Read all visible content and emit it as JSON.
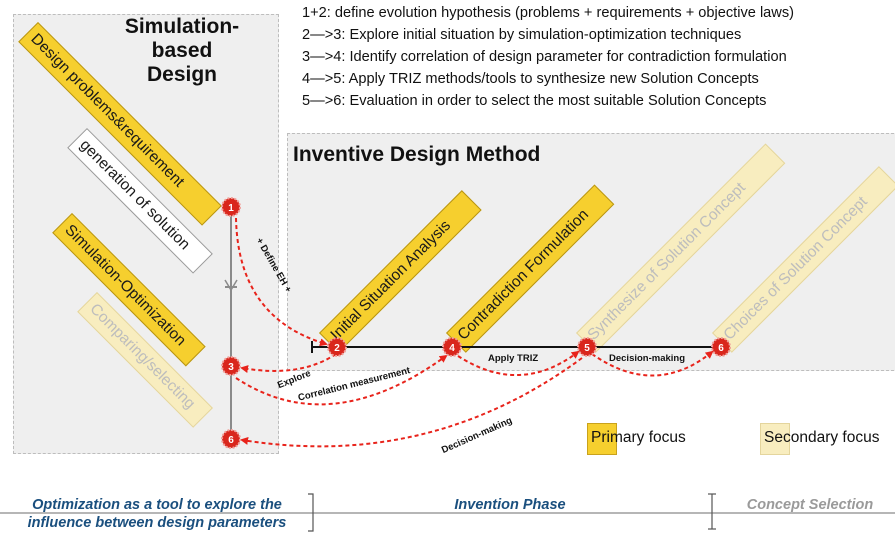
{
  "sim_panel": {
    "title_line1": "Simulation-based",
    "title_line2": "Design"
  },
  "idm_panel": {
    "title": "Inventive Design Method"
  },
  "hypothesis_lines": [
    "1+2: define evolution hypothesis (problems + requirements + objective laws)",
    "2—>3: Explore initial situation by simulation-optimization techniques",
    "3—>4: Identify correlation of design parameter for contradiction formulation",
    "4—>5: Apply TRIZ methods/tools to synthesize new Solution Concepts",
    "5—>6: Evaluation in order to select the most suitable Solution Concepts"
  ],
  "left_sticks": {
    "design_problems": "Design problems&requirement",
    "generation": "generation of solution",
    "simulation": "Simulation-Optimization",
    "comparing": "Comparing/selecting"
  },
  "idm_sticks": {
    "initial": "Initial Situation Analysis",
    "contradiction": "Contradiction Formulation",
    "synthesize": "Synthesize of Solution Concept",
    "choices": "Choices of Solution Concept"
  },
  "nodes": {
    "n1": "1",
    "n2": "2",
    "n3": "3",
    "n4": "4",
    "n5": "5",
    "n6": "6"
  },
  "arrow_labels": {
    "define_eh": "+ Define EH +",
    "explore": "Explore",
    "correlation": "Correlation measurement",
    "apply_triz": "Apply TRIZ",
    "decision_top": "Decision-making",
    "decision_bottom": "Decision-making"
  },
  "legend": {
    "primary_prefix": "Pri",
    "primary_rest": "mary focus",
    "secondary_prefix": "Sec",
    "secondary_rest": "ondary focus"
  },
  "phases": {
    "optimization_line1": "Optimization as a tool to explore the",
    "optimization_line2": "influence between design parameters",
    "invention": "Invention Phase",
    "concept_selection": "Concept Selection"
  },
  "colors": {
    "primary_focus": "#f6cf2e",
    "secondary_focus": "#f8edbf",
    "node_red": "#d9261c",
    "arrow_red": "#e8231b",
    "phase_blue": "#1a4f7e",
    "phase_grey": "#9a9a9a"
  }
}
